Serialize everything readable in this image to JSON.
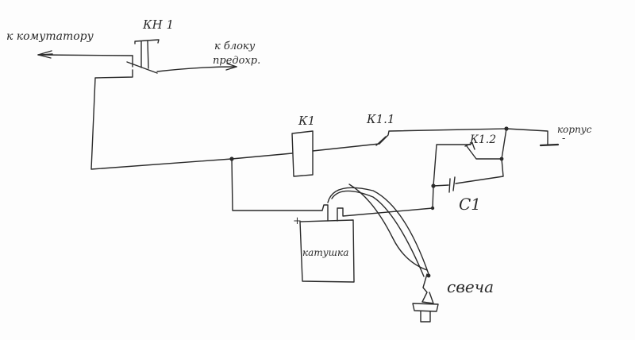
{
  "labels": {
    "to_commutator": "к комутатору",
    "switch": "КН 1",
    "to_fuse_block_1": "к блоку",
    "to_fuse_block_2": "предохр.",
    "relay": "К1",
    "contact_1": "К1.1",
    "contact_2": "К1.2",
    "ground": "корпус",
    "ground_sign": "-",
    "capacitor": "С1",
    "coil": "катушка",
    "plus": "+",
    "spark_plug": "свеча"
  }
}
